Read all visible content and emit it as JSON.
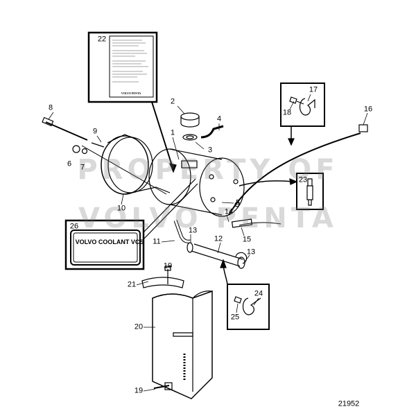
{
  "diagram": {
    "drawing_number": "21952",
    "watermark": [
      "PROPERTY OF",
      "VOLVO PENTA"
    ],
    "decal_text": "VOLVO COOLANT VCS",
    "manual_brand": "VOLVO PENTA",
    "callouts": [
      "1",
      "2",
      "3",
      "4",
      "5",
      "6",
      "7",
      "8",
      "9",
      "10",
      "11",
      "12",
      "13",
      "13",
      "14",
      "15",
      "16",
      "17",
      "18",
      "19",
      "19",
      "20",
      "21",
      "22",
      "23",
      "24",
      "25",
      "26"
    ]
  }
}
